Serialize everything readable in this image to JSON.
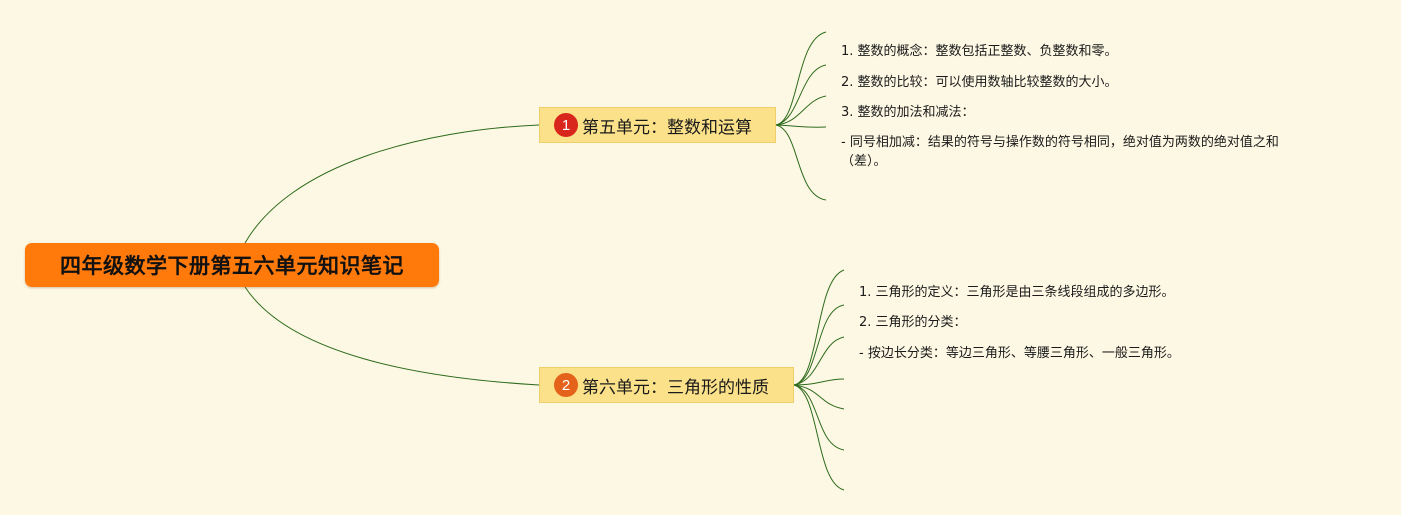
{
  "title": "四年级数学下册第五六单元知识笔记",
  "branches": [
    {
      "number": "1",
      "label": "第五单元：整数和运算",
      "leaves": [
        "1. 整数的概念：整数包括正整数、负整数和零。",
        "2. 整数的比较：可以使用数轴比较整数的大小。",
        "3. 整数的加法和减法：",
        "- 同号相加减：结果的符号与操作数的符号相同，绝对值为两数的绝对值之和（差）。",
        ""
      ]
    },
    {
      "number": "2",
      "label": "第六单元：三角形的性质",
      "leaves": [
        "1. 三角形的定义：三角形是由三条线段组成的多边形。",
        "2. 三角形的分类：",
        "- 按边长分类：等边三角形、等腰三角形、一般三角形。",
        "",
        "",
        "",
        ""
      ]
    }
  ],
  "colors": {
    "background": "#fdf8e4",
    "root": "#ff7a0a",
    "branch": "#fbe28a",
    "line": "#2e6b1c",
    "badge1": "#d8261c",
    "badge2": "#e4621a"
  }
}
